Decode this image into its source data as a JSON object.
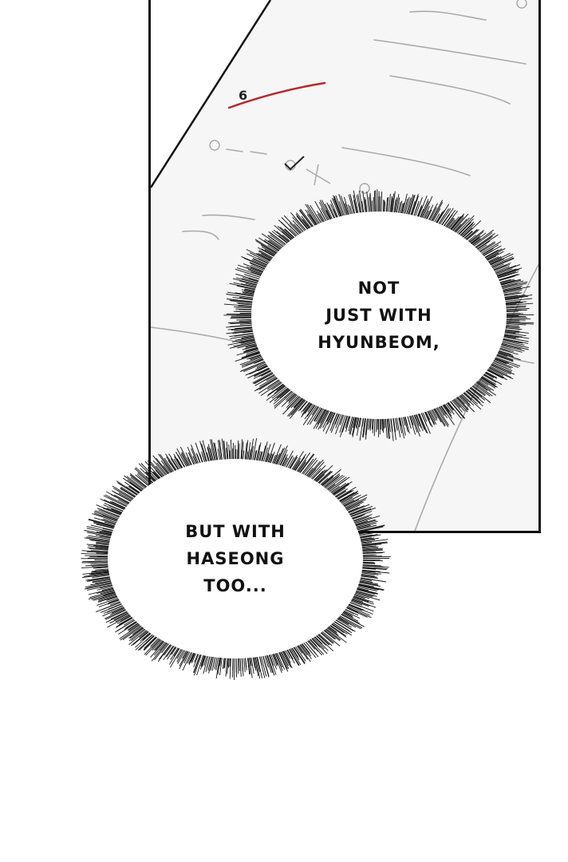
{
  "panel": {
    "paper_mark_number": "6",
    "accent_color": "#b32a2a"
  },
  "bubble_top": {
    "lines": [
      "NOT",
      "JUST WITH",
      "HYUNBEOM,"
    ]
  },
  "bubble_bottom": {
    "lines": [
      "BUT WITH",
      "HASEONG",
      "TOO..."
    ]
  }
}
